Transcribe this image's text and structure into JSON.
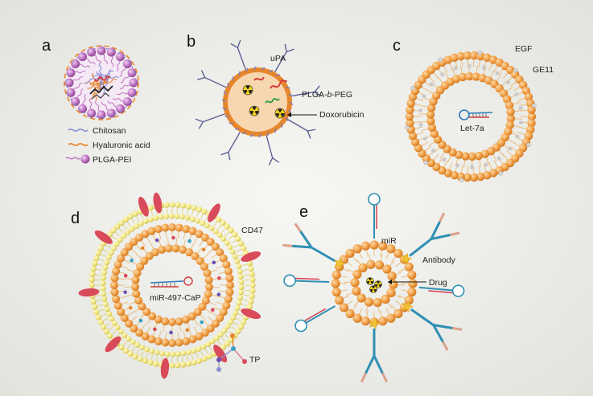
{
  "panels": {
    "a": {
      "letter": "a",
      "legend": [
        "Chitosan",
        "Hyaluronic acid",
        "PLGA-PEI"
      ],
      "colors": {
        "chitosan": "#8b8fd6",
        "hyaluronic": "#e8862c",
        "plga_pei": "#c074c4"
      }
    },
    "b": {
      "letter": "b",
      "labels": {
        "upa": "uPA",
        "plga_pre": "PLGA-",
        "plga_b": "b",
        "plga_post": "-PEG",
        "dox": "Doxorubicin"
      },
      "colors": {
        "shell": "#e8862c",
        "spikes": "#55598f"
      }
    },
    "c": {
      "letter": "c",
      "labels": {
        "egf": "EGF",
        "ge11": "GE11",
        "let7a": "Let-7a"
      },
      "colors": {
        "bead": "#f2a24a",
        "tail": "#f3c98a",
        "peg": "#c8c8c8"
      }
    },
    "d": {
      "letter": "d",
      "labels": {
        "cd47": "CD47",
        "mir": "miR-497-CaP",
        "tp": "TP"
      },
      "colors": {
        "outer": "#f0e478",
        "inner": "#f2a24a",
        "cd47": "#d94a5a"
      }
    },
    "e": {
      "letter": "e",
      "labels": {
        "mir": "miR",
        "antibody": "Antibody",
        "drug": "Drug"
      },
      "colors": {
        "bead": "#f2a24a",
        "antibody": "#2f8fb3",
        "link": "#f1c232"
      }
    }
  }
}
